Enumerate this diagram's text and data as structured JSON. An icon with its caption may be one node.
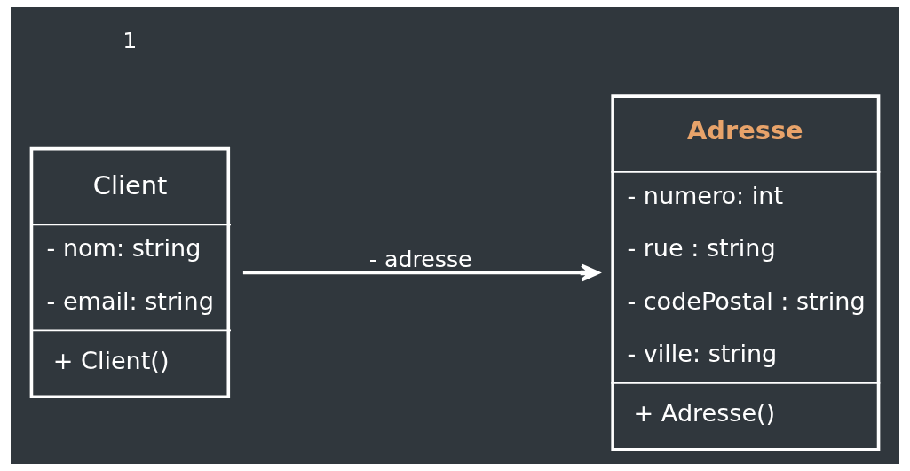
{
  "diagram": {
    "nodes": [
      {
        "text": [
          "Client",
          "- nom: string",
          "- email: string",
          "+ Client()"
        ]
      },
      {
        "text": [
          "Adresse",
          "- numero: int",
          "- rue : string",
          "- codePostal : string",
          "- ville: string",
          "+ Adresse()"
        ]
      }
    ],
    "edges": [
      {
        "from": 0,
        "to": 1,
        "arrow": "to",
        "label": "- adresse"
      }
    ],
    "labels": [
      "1"
    ]
  }
}
